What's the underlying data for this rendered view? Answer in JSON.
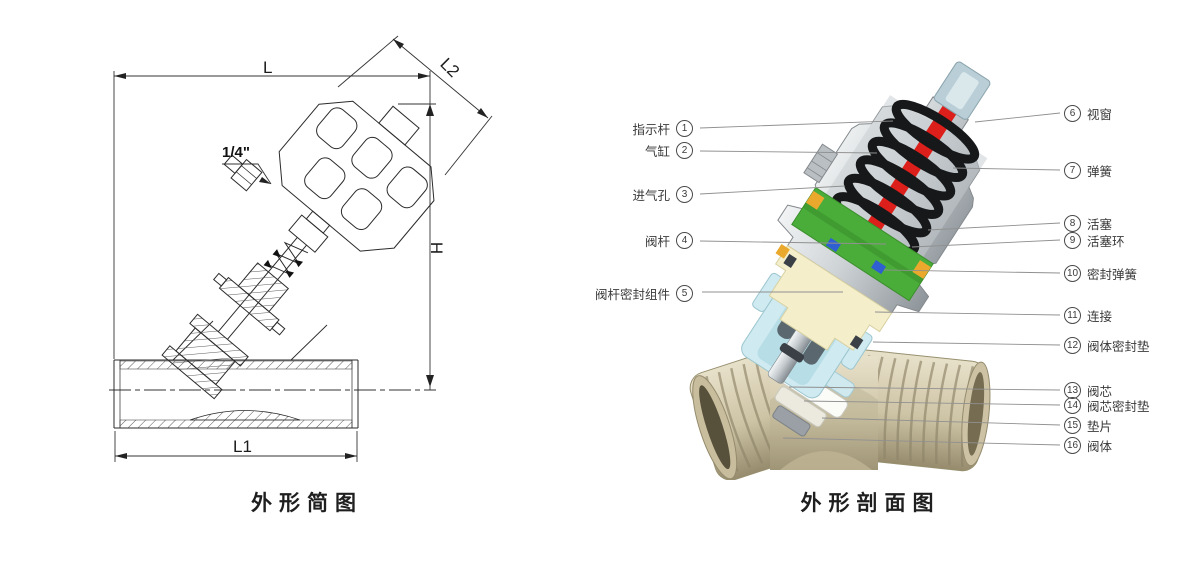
{
  "outline_figure": {
    "caption": "外形简图",
    "dimensions": {
      "L": "L",
      "L2": "L2",
      "H": "H",
      "L1": "L1"
    },
    "port_size": "1/4\""
  },
  "section_figure": {
    "caption": "外形剖面图",
    "left_labels": [
      {
        "num": "1",
        "text": "指示杆"
      },
      {
        "num": "2",
        "text": "气缸"
      },
      {
        "num": "3",
        "text": "进气孔"
      },
      {
        "num": "4",
        "text": "阀杆"
      },
      {
        "num": "5",
        "text": "阀杆密封组件"
      }
    ],
    "right_labels": [
      {
        "num": "6",
        "text": "视窗"
      },
      {
        "num": "7",
        "text": "弹簧"
      },
      {
        "num": "8",
        "text": "活塞"
      },
      {
        "num": "9",
        "text": "活塞环"
      },
      {
        "num": "10",
        "text": "密封弹簧"
      },
      {
        "num": "11",
        "text": "连接"
      },
      {
        "num": "12",
        "text": "阀体密封垫"
      },
      {
        "num": "13",
        "text": "阀芯"
      },
      {
        "num": "14",
        "text": "阀芯密封垫"
      },
      {
        "num": "15",
        "text": "垫片"
      },
      {
        "num": "16",
        "text": "阀体"
      }
    ],
    "colors": {
      "actuator_shell": "#c9ced2",
      "spring": "#1b1b1d",
      "indicator_rod": "#dc1f1a",
      "piston": "#4aad3a",
      "piston_tab": "#eaa92c",
      "sight_window": "#bdd2da",
      "seal_block": "#f4eecb",
      "bonnet": "#cfeaf0",
      "valve_body": "#d6cdb1"
    }
  }
}
